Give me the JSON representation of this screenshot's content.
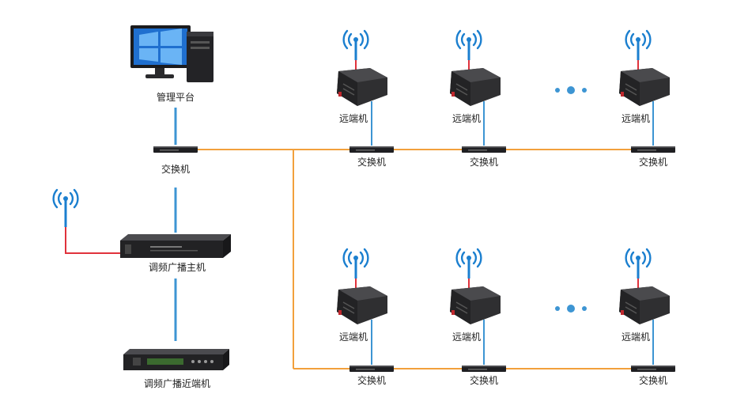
{
  "labels": {
    "management": "管理平台",
    "switch": "交换机",
    "remote": "远端机",
    "host": "调频广播主机",
    "near": "调频广播近端机"
  },
  "colors": {
    "ethernet": "#f2a03c",
    "uplink": "#3d95d3",
    "rf": "#e0323c",
    "antenna": "#1b7fcf",
    "device": "#2f2f31",
    "dots": "#3d95d3"
  }
}
